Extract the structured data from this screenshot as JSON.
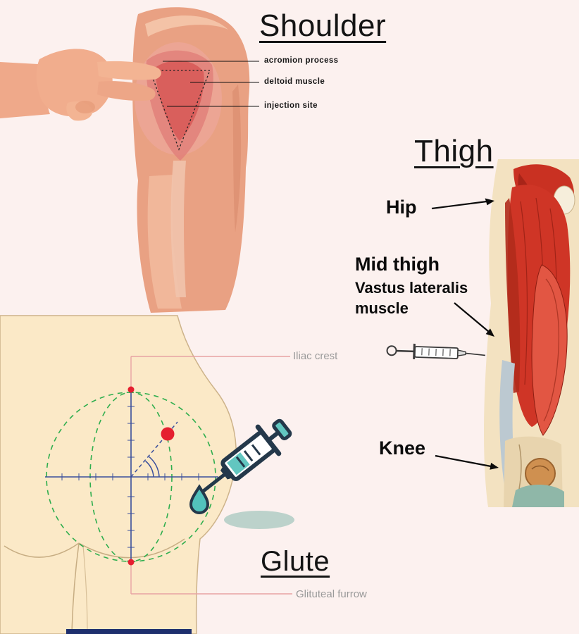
{
  "canvas": {
    "background": "#fcf1ef"
  },
  "shoulder": {
    "title": "Shoulder",
    "labels": [
      "acromion process",
      "deltoid muscle",
      "injection site"
    ]
  },
  "thigh": {
    "title": "Thigh",
    "hip_label": "Hip",
    "mid_thigh_label": "Mid thigh",
    "vastus_label": "Vastus lateralis muscle",
    "knee_label": "Knee"
  },
  "glute": {
    "title": "Glute",
    "iliac_crest_label": "Iliac crest",
    "gluteal_furrow_label": "Glituteal furrow"
  },
  "colors": {
    "background": "#fcf1ef",
    "skin": "#e9a183",
    "deltoid_red": "#d95f5c",
    "muscle_red": "#cf3526",
    "body_cream": "#fbe9c7",
    "guide_blue": "#3a4f9c",
    "guide_green": "#2fae4e",
    "guide_pink": "#e8a3a3",
    "marker_red": "#e51f2f",
    "syringe_navy": "#24384a",
    "syringe_teal": "#62c6c0",
    "label_gray": "#9a9a9a",
    "text_black": "#141414"
  }
}
